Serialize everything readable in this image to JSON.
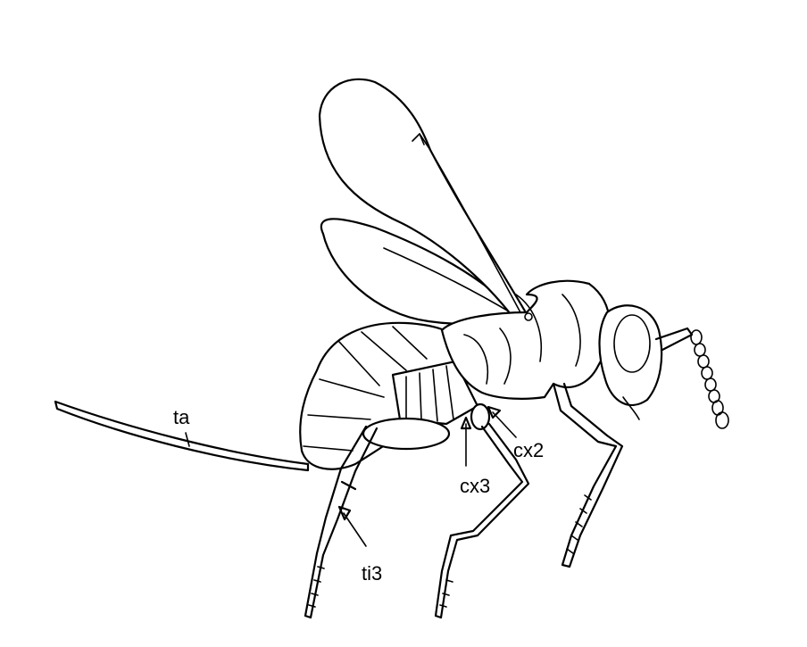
{
  "labels": {
    "ta": "ta",
    "ti3": "ti3",
    "cx3": "cx3",
    "cx2": "cx2"
  },
  "line_color": "#000000",
  "background": "#ffffff"
}
